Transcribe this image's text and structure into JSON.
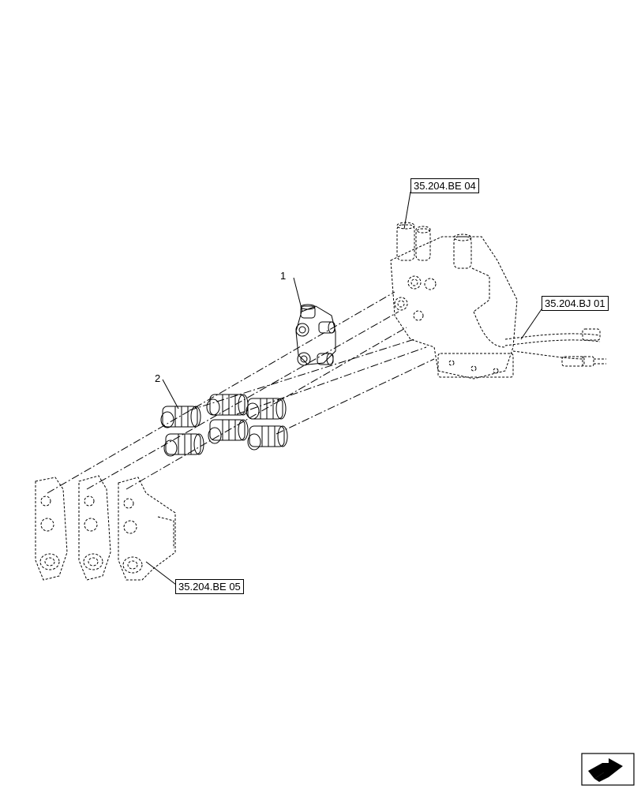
{
  "references": {
    "ref_top": "35.204.BE 04",
    "ref_right": "35.204.BJ 01",
    "ref_bottom": "35.204.BE 05"
  },
  "items": {
    "item_1": "1",
    "item_2": "2"
  },
  "icons": {
    "navigation": "next-page-arrow-icon"
  },
  "colors": {
    "line": "#000000",
    "background": "#ffffff"
  }
}
